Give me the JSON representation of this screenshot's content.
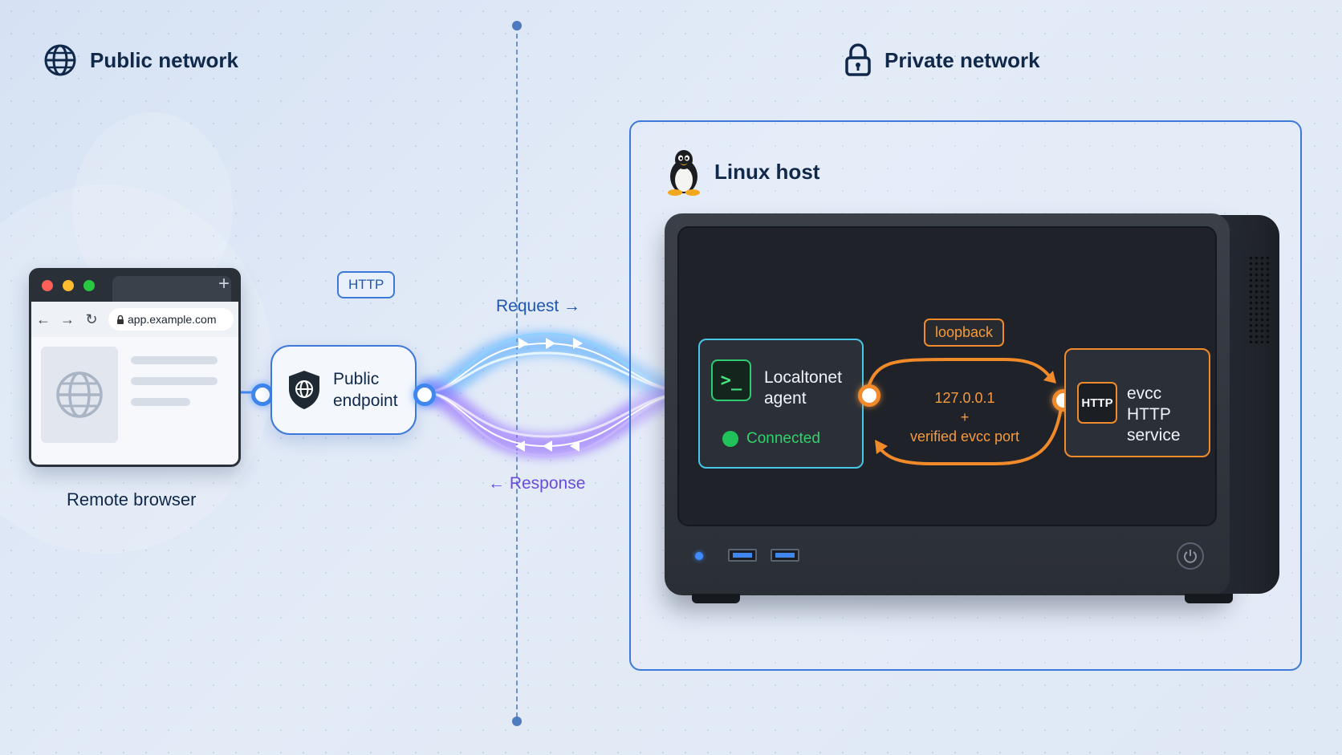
{
  "zones": {
    "public_title": "Public network",
    "private_title": "Private network"
  },
  "browser": {
    "url": "app.example.com",
    "caption": "Remote browser"
  },
  "endpoint": {
    "line1": "Public",
    "line2": "endpoint"
  },
  "protocol_badge": "HTTP",
  "flows": {
    "request_label": "Request →",
    "response_label": "← Response"
  },
  "host": {
    "title": "Linux host"
  },
  "agent": {
    "line1": "Localtonet",
    "line2": "agent",
    "status": "Connected",
    "prompt_glyph": ">_"
  },
  "loopback": {
    "badge": "loopback",
    "address": "127.0.0.1",
    "plus": "+",
    "port": "verified evcc port"
  },
  "service": {
    "chip": "HTTP",
    "line1": "evcc HTTP",
    "line2": "service"
  },
  "colors": {
    "accent_blue": "#3d79d9",
    "request_glow": "#4aa6ff",
    "response_glow": "#8a5cff",
    "loopback_orange": "#f08a2a",
    "status_green": "#22c25a"
  },
  "icons": [
    "globe-icon",
    "lock-icon",
    "penguin-icon",
    "shield-globe-icon",
    "terminal-icon",
    "power-icon"
  ]
}
